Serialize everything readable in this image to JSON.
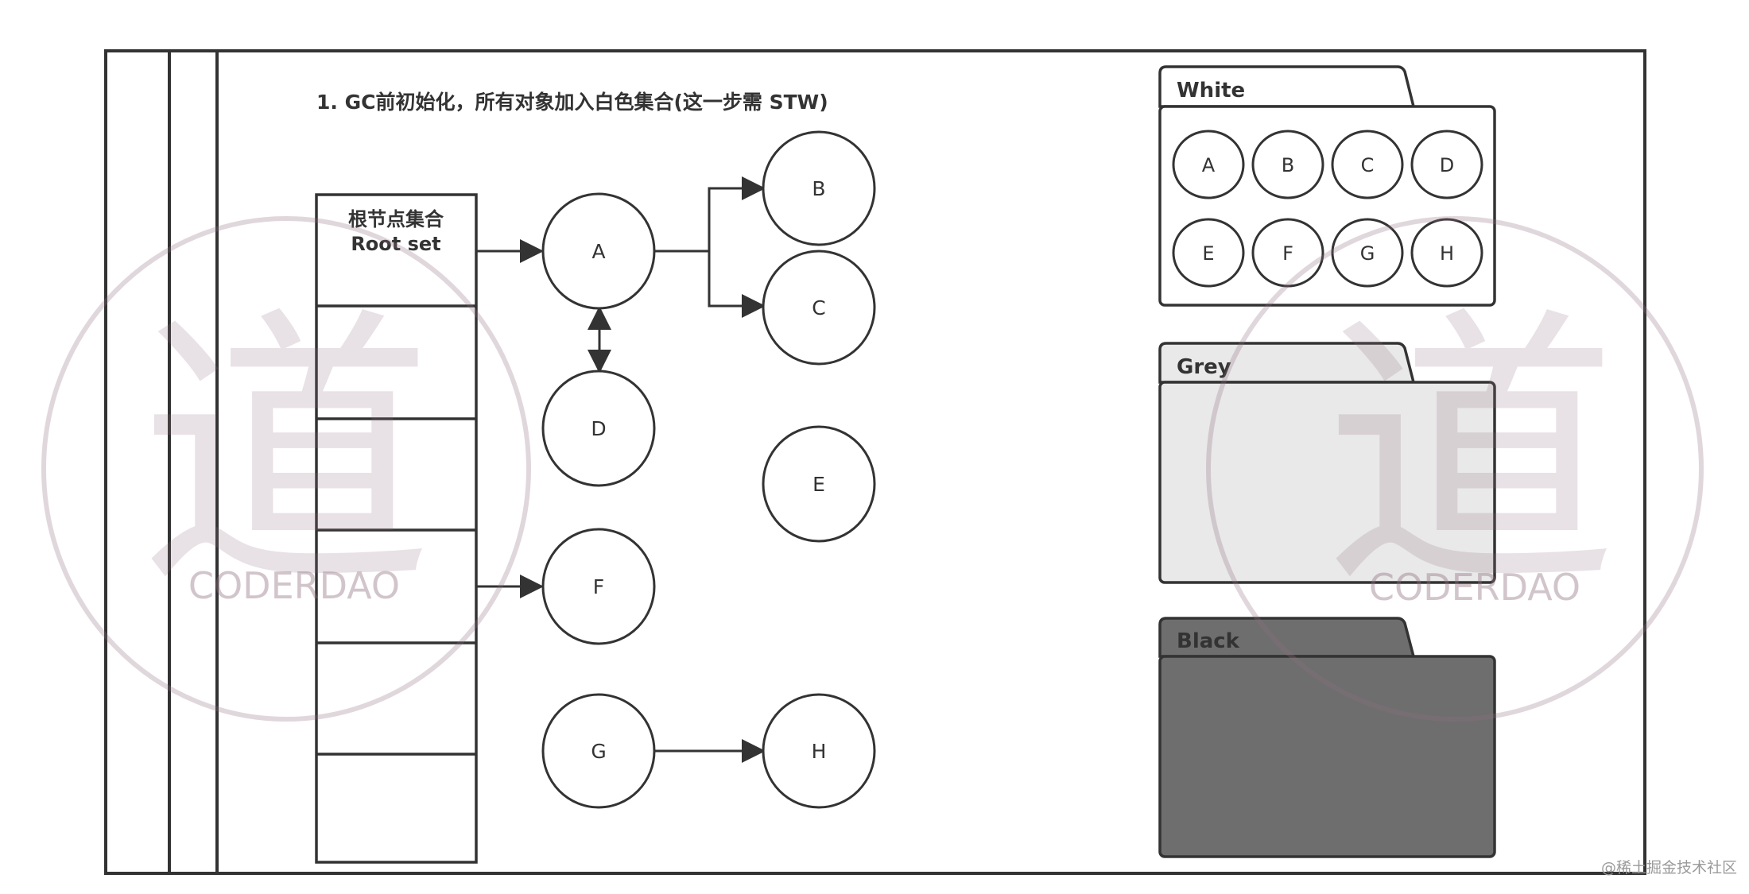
{
  "title": "1. GC前初始化，所有对象加入白色集合(这一步需 STW)",
  "root_set": {
    "line1": "根节点集合",
    "line2": "Root set"
  },
  "nodes": {
    "A": "A",
    "B": "B",
    "C": "C",
    "D": "D",
    "E": "E",
    "F": "F",
    "G": "G",
    "H": "H"
  },
  "sets": {
    "white": {
      "label": "White",
      "items": [
        "A",
        "B",
        "C",
        "D",
        "E",
        "F",
        "G",
        "H"
      ]
    },
    "grey": {
      "label": "Grey",
      "items": []
    },
    "black": {
      "label": "Black",
      "items": []
    }
  },
  "watermark": {
    "text": "CODERDAO",
    "glyph": "道"
  },
  "footer": "@稀土掘金技术社区",
  "colors": {
    "grey_fill": "#e9e9e9",
    "black_fill": "#6e6e6e",
    "stroke": "#333333"
  }
}
